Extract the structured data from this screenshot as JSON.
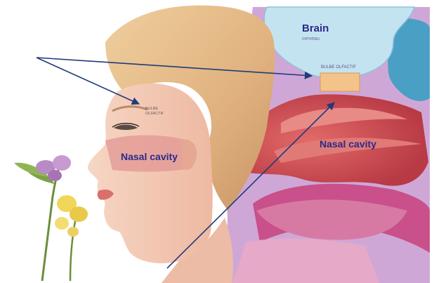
{
  "labels": {
    "brain": "Brain",
    "brain_sub": "cerveau",
    "bulb_right": "BULBE OLFACTIF",
    "bulb_left_line1": "BULBE",
    "bulb_left_line2": "OLFACTIF",
    "nasal_left": "Nasal cavity",
    "nasal_right": "Nasal cavity"
  },
  "colors": {
    "skin": "#f2c9b3",
    "skin_shadow": "#e8a995",
    "hair": "#e3b98a",
    "brain": "#bfe0ee",
    "nasal_cavity_right": "#d24a50",
    "tissue_purple": "#c79ad0",
    "arrow": "#1f3b7a",
    "label_text": "#2a2a8a"
  }
}
